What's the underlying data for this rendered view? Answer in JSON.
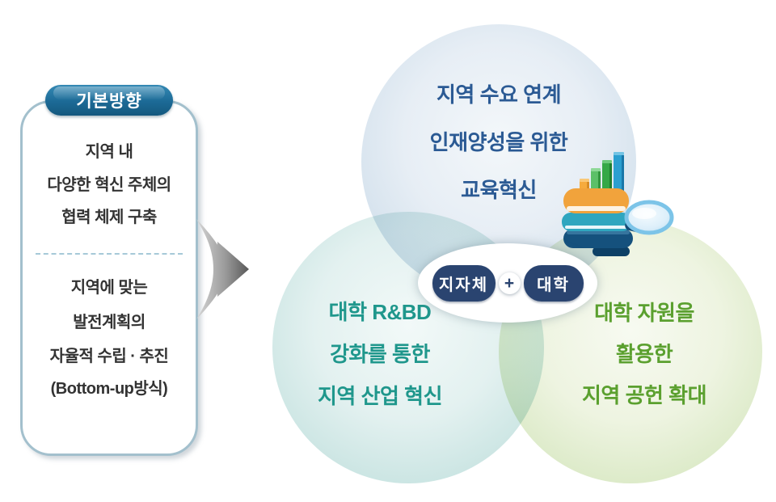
{
  "left_panel": {
    "title": "기본방향",
    "group1": [
      "지역 내",
      "다양한 혁신 주체의",
      "협력 체제 구축"
    ],
    "group2": [
      "지역에 맞는",
      "발전계획의",
      "자율적 수립 · 추진",
      "(Bottom-up방식)"
    ]
  },
  "venn": {
    "top": {
      "lines": [
        "지역 수요 연계",
        "인재양성을 위한",
        "교육혁신"
      ],
      "text_color": "#2b5a94",
      "circle_color": "#c4d7e6"
    },
    "bottom_left": {
      "lines": [
        "대학 R&BD",
        "강화를 통한",
        "지역 산업 혁신"
      ],
      "text_color": "#1f978c",
      "circle_color": "#b9dcd9"
    },
    "bottom_right": {
      "lines": [
        "대학 자원을",
        "활용한",
        "지역 공헌 확대"
      ],
      "text_color": "#5ba02f",
      "circle_color": "#cfe3b6"
    }
  },
  "center": {
    "left_pill": "지자체",
    "plus": "+",
    "right_pill": "대학",
    "pill_color": "#2a4470"
  },
  "icons": {
    "arrow": "right-flow-arrow-icon",
    "study": "books-barchart-magnifier-icon"
  },
  "colors": {
    "badge_blue": "#1c6a96",
    "box_border": "#a3c0cd",
    "arrow_gray_dark": "#585858",
    "arrow_gray_light": "#d6d6d6"
  }
}
